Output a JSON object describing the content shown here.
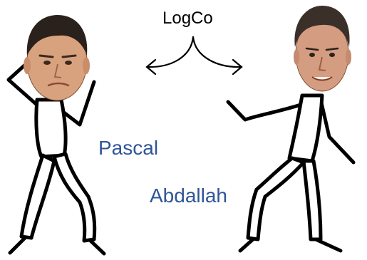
{
  "diagram": {
    "title": "LogCo",
    "people": [
      {
        "name": "Pascal"
      },
      {
        "name": "Abdallah"
      }
    ],
    "name_color": "#2f5597",
    "ink_color": "#000000",
    "skin_color": "#d9a27e",
    "hair_color": "#2b211c",
    "connector": "bidirectional-arrow"
  }
}
